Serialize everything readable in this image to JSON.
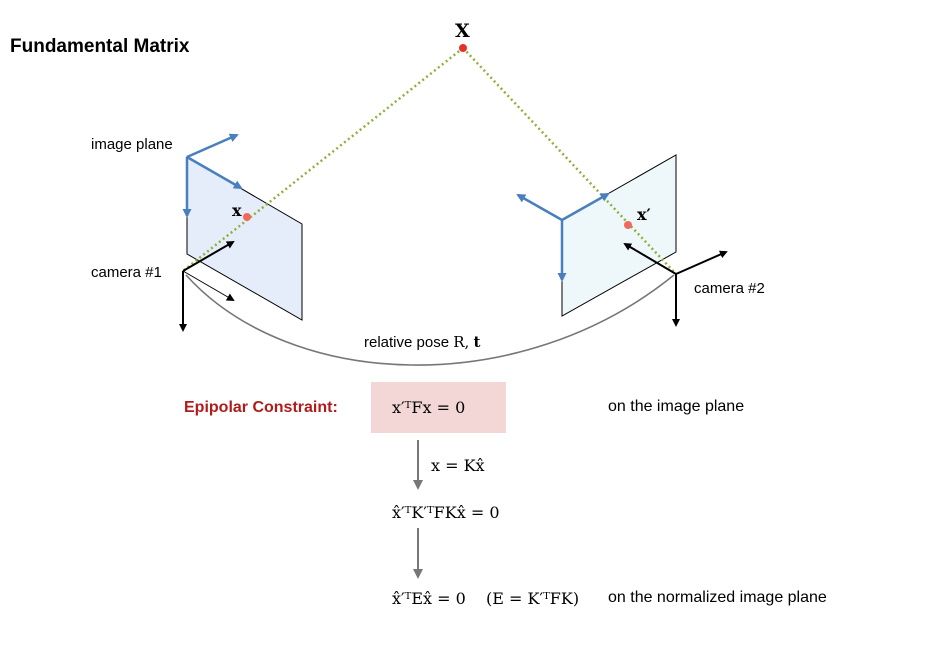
{
  "title": "Fundamental Matrix",
  "labels": {
    "image_plane": "image plane",
    "camera1": "camera #1",
    "camera2": "camera #2",
    "relative_pose": "relative pose",
    "pose_R": "R,",
    "pose_t": "t",
    "point_X": "X",
    "point_x": "x",
    "point_x_prime": "x′"
  },
  "equations": {
    "epipolar_label": "Epipolar Constraint:",
    "constraint": "x′ᵀFx = 0",
    "on_image_plane": "on the image plane",
    "substitution": "x = Kx̂",
    "step2": "x̂′ᵀK′ᵀFKx̂ = 0",
    "essential": "x̂′ᵀEx̂ = 0",
    "essential_def": "(E = K′ᵀFK)",
    "on_normalized_plane": "on the normalized image plane"
  },
  "colors": {
    "plane_left_fill": "#e4edf9",
    "plane_right_fill": "#eef8fb",
    "axis_blue": "#4a7fbd",
    "ray_green": "#8fb03a",
    "point_red": "#e8302a",
    "arc_gray": "#777777",
    "epipolar_red": "#b01c1c",
    "box_pink": "#f3d6d6"
  }
}
